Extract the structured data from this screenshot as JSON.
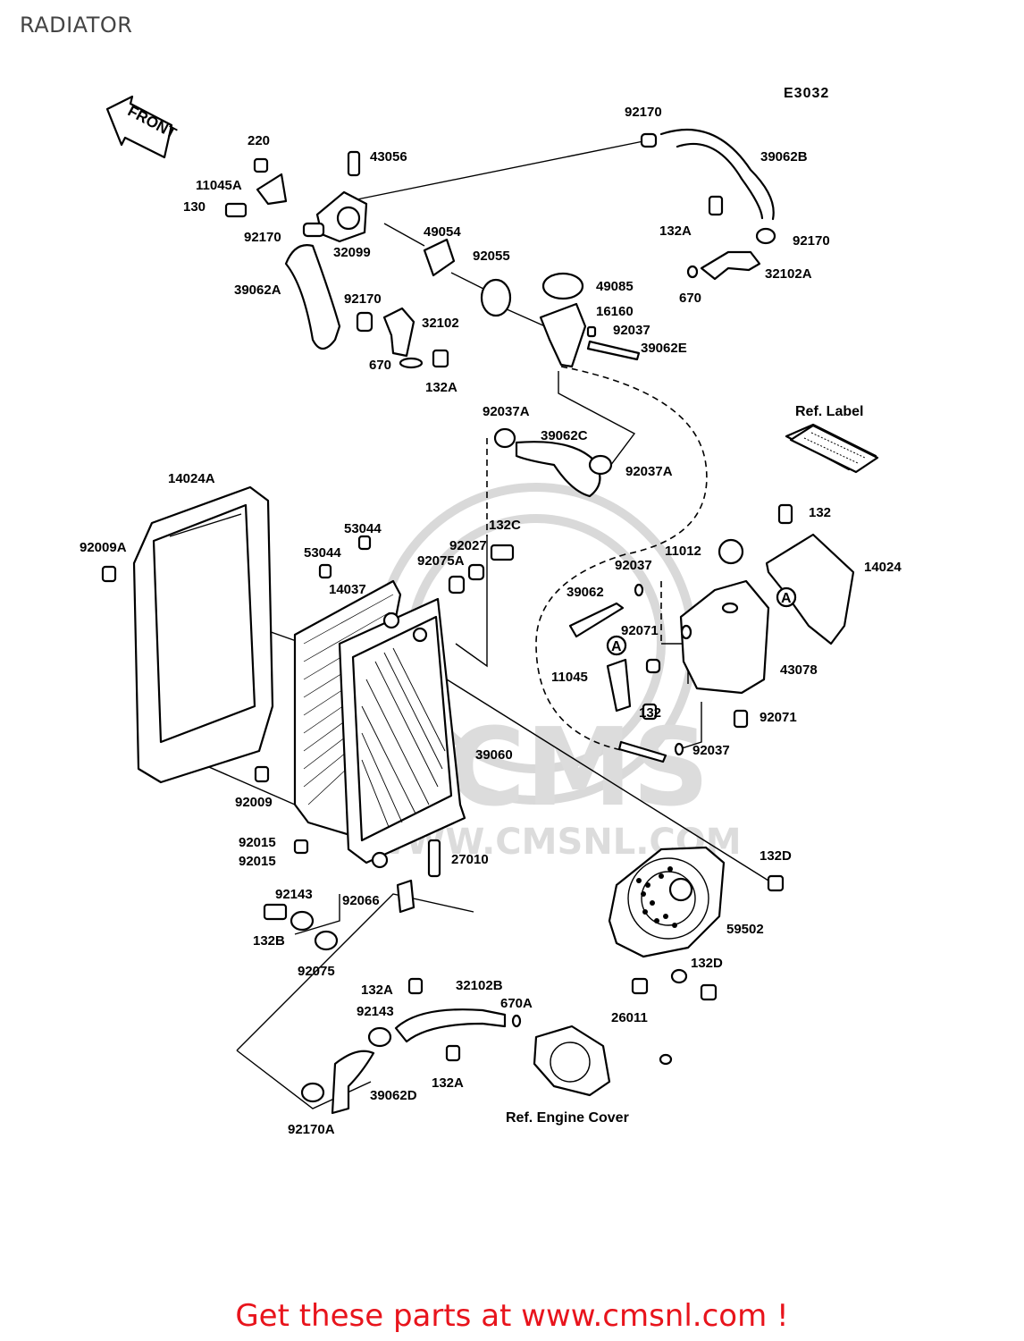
{
  "page": {
    "title": "RADIATOR",
    "footer_cta": "Get these parts at www.cmsnl.com !"
  },
  "diagram": {
    "code": "E3032",
    "front_label": "FRONT",
    "ref_label": "Ref. Label",
    "ref_engine_cover": "Ref. Engine Cover",
    "ref_marker": "A",
    "watermark_text": "CMS",
    "watermark_url": "WWW.CMSNL.COM",
    "part_labels": [
      "220",
      "11045A",
      "130",
      "43056",
      "92170",
      "39062B",
      "32099",
      "49054",
      "92055",
      "132A",
      "92170",
      "670",
      "32102A",
      "92170",
      "39062A",
      "92170",
      "32102",
      "670",
      "132A",
      "49085",
      "16160",
      "92037",
      "39062E",
      "92037A",
      "39062C",
      "92037A",
      "14024A",
      "92009A",
      "53044",
      "53044",
      "14037",
      "92075A",
      "92027",
      "132C",
      "132",
      "14024",
      "11012",
      "92037",
      "39062",
      "92071",
      "11045",
      "132",
      "43078",
      "92071",
      "92037",
      "39060",
      "92009",
      "92015",
      "92015",
      "27010",
      "92066",
      "92143",
      "132B",
      "92075",
      "132D",
      "59502",
      "132D",
      "26011",
      "132A",
      "32102B",
      "670A",
      "92143",
      "132A",
      "39062D",
      "92170A"
    ]
  }
}
